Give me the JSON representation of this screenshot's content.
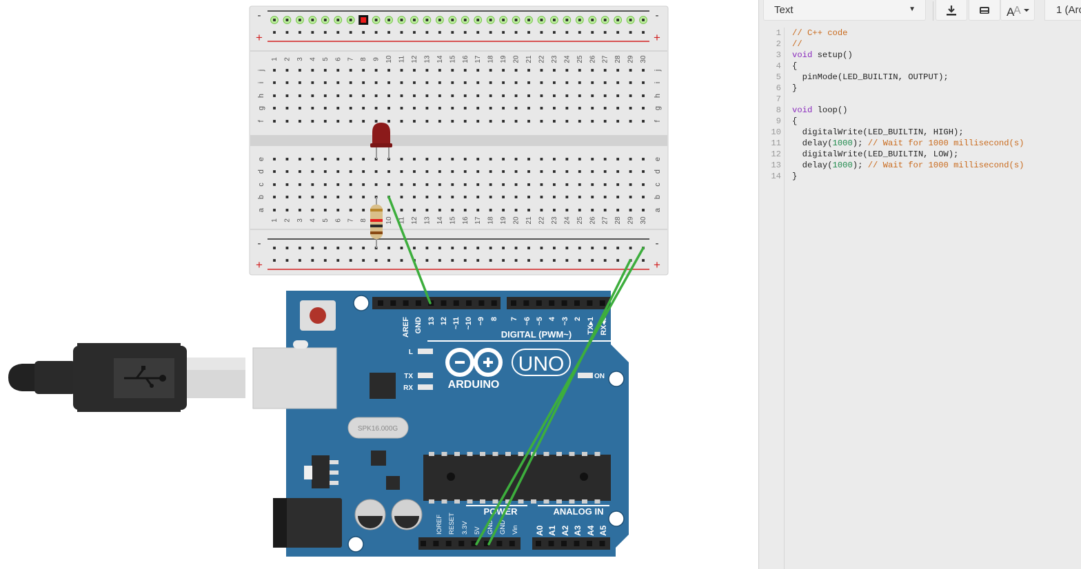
{
  "toolbar": {
    "mode_value": "Text",
    "download_icon": "download-icon",
    "upload_icon": "upload-to-device-icon",
    "font_icon": "font-size-icon",
    "device_label": "1 (Arc"
  },
  "breadboard": {
    "column_numbers": [
      "1",
      "2",
      "3",
      "4",
      "5",
      "6",
      "7",
      "8",
      "9",
      "10",
      "11",
      "12",
      "13",
      "14",
      "15",
      "16",
      "17",
      "18",
      "19",
      "20",
      "21",
      "22",
      "23",
      "24",
      "25",
      "26",
      "27",
      "28",
      "29",
      "30"
    ],
    "rows_top": [
      "j",
      "i",
      "h",
      "g",
      "f"
    ],
    "rows_bottom": [
      "e",
      "d",
      "c",
      "b",
      "a"
    ],
    "rail_minus": "-",
    "rail_plus": "+"
  },
  "arduino": {
    "digital_pins": [
      "AREF",
      "GND",
      "13",
      "12",
      "~11",
      "~10",
      "~9",
      "8",
      "7",
      "~6",
      "~5",
      "4",
      "~3",
      "2",
      "TX▸1",
      "RX◂0"
    ],
    "digital_label": "DIGITAL (PWM~)",
    "led_l": "L",
    "led_tx": "TX",
    "led_rx": "RX",
    "led_on": "ON",
    "brand": "ARDUINO",
    "model": "UNO",
    "crystal": "SPK16.000G",
    "power_label": "POWER",
    "power_pins": [
      "IOREF",
      "RESET",
      "3.3V",
      "5V",
      "GND",
      "GND",
      "Vin"
    ],
    "analog_label": "ANALOG IN",
    "analog_pins": [
      "A0",
      "A1",
      "A2",
      "A3",
      "A4",
      "A5"
    ],
    "usb_icon": "usb-icon"
  },
  "code": {
    "line_numbers": [
      "1",
      "2",
      "3",
      "4",
      "5",
      "6",
      "7",
      "8",
      "9",
      "10",
      "11",
      "12",
      "13",
      "14"
    ],
    "lines": [
      [
        {
          "t": "// C++ code",
          "c": "cm"
        }
      ],
      [
        {
          "t": "//",
          "c": "cm"
        }
      ],
      [
        {
          "t": "void",
          "c": "kw"
        },
        {
          "t": " setup()",
          "c": ""
        }
      ],
      [
        {
          "t": "{",
          "c": ""
        }
      ],
      [
        {
          "t": "  pinMode(LED_BUILTIN, OUTPUT);",
          "c": ""
        }
      ],
      [
        {
          "t": "}",
          "c": ""
        }
      ],
      [
        {
          "t": "",
          "c": ""
        }
      ],
      [
        {
          "t": "void",
          "c": "kw"
        },
        {
          "t": " loop()",
          "c": ""
        }
      ],
      [
        {
          "t": "{",
          "c": ""
        }
      ],
      [
        {
          "t": "  digitalWrite(LED_BUILTIN, HIGH);",
          "c": ""
        }
      ],
      [
        {
          "t": "  delay(",
          "c": ""
        },
        {
          "t": "1000",
          "c": "num"
        },
        {
          "t": "); ",
          "c": ""
        },
        {
          "t": "// Wait for 1000 millisecond(s)",
          "c": "cm"
        }
      ],
      [
        {
          "t": "  digitalWrite(LED_BUILTIN, LOW);",
          "c": ""
        }
      ],
      [
        {
          "t": "  delay(",
          "c": ""
        },
        {
          "t": "1000",
          "c": "num"
        },
        {
          "t": "); ",
          "c": ""
        },
        {
          "t": "// Wait for 1000 millisecond(s)",
          "c": "cm"
        }
      ],
      [
        {
          "t": "}",
          "c": ""
        }
      ]
    ]
  },
  "colors": {
    "board_blue": "#2f6f9f",
    "wire_green": "#3dae3d",
    "led_red": "#8b1a1a",
    "rail_red": "#d11f1f",
    "breadboard": "#e8e8e8"
  }
}
